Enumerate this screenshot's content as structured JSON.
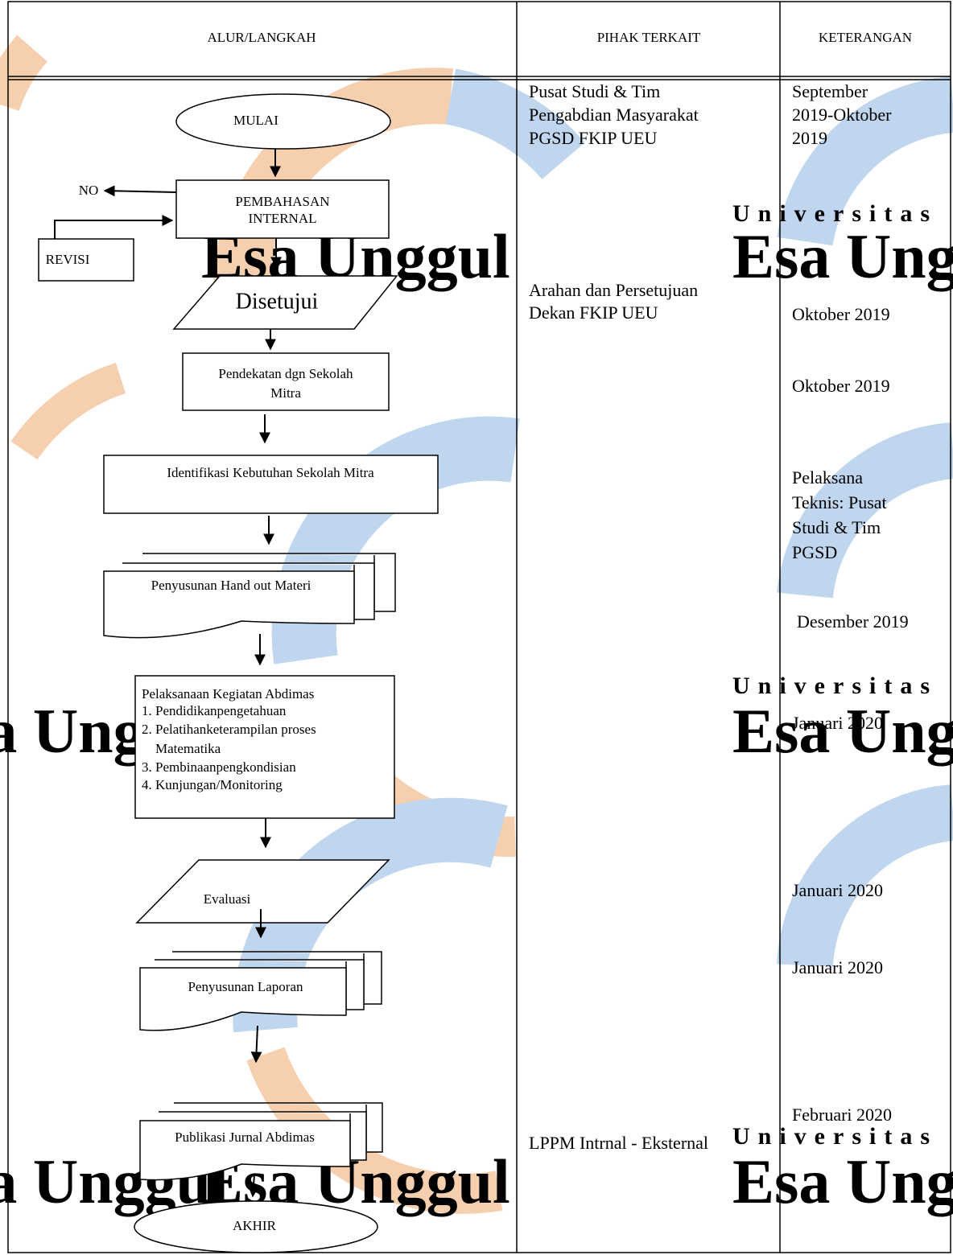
{
  "headers": {
    "col1": "ALUR/LANGKAH",
    "col2": "PIHAK TERKAIT",
    "col3": "KETERANGAN"
  },
  "flow": {
    "start": "MULAI",
    "no_label": "NO",
    "internal_review": [
      "PEMBAHASAN",
      "INTERNAL"
    ],
    "revision": "REVISI",
    "approved": "Disetujui",
    "partner_approach": [
      "Pendekatan dgn  Sekolah",
      "Mitra"
    ],
    "needs_identification": "Identifikasi Kebutuhan Sekolah Mitra",
    "handout": "Penyusunan  Hand out Materi",
    "implementation": {
      "title": "Pelaksanaan Kegiatan Abdimas",
      "items": [
        "1.  Pendidikanpengetahuan",
        "2.  Pelatihanketerampilan proses",
        "Matematika",
        "3.  Pembinaanpengkondisian",
        "4.  Kunjungan/Monitoring"
      ]
    },
    "evaluation": "Evaluasi",
    "report": "Penyusunan Laporan",
    "publication": "Publikasi Jurnal Abdimas",
    "end": "AKHIR"
  },
  "parties": {
    "p1": [
      "Pusat Studi & Tim",
      "Pengabdian Masyarakat",
      "PGSD FKIP UEU"
    ],
    "p2": [
      "Arahan dan Persetujuan",
      "Dekan FKIP UEU"
    ],
    "p3": "LPPM Intrnal - Eksternal"
  },
  "notes": {
    "n1": [
      "September",
      "2019-Oktober",
      "2019"
    ],
    "n2": "Oktober 2019",
    "n3": "Oktober 2019",
    "n4": [
      "Pelaksana",
      "Teknis: Pusat",
      "Studi & Tim",
      "PGSD"
    ],
    "n5": "Desember 2019",
    "n6": "Januari 2020",
    "n7": "Januari 2020",
    "n8": "Januari 2020",
    "n9": "Februari 2020"
  },
  "watermark": {
    "word1": "Universitas",
    "word2": "Esa Unggul",
    "colors": {
      "orange": "#f6c9a6",
      "blue": "#b9d2ec",
      "text_blue": "#d4e3f3"
    }
  }
}
